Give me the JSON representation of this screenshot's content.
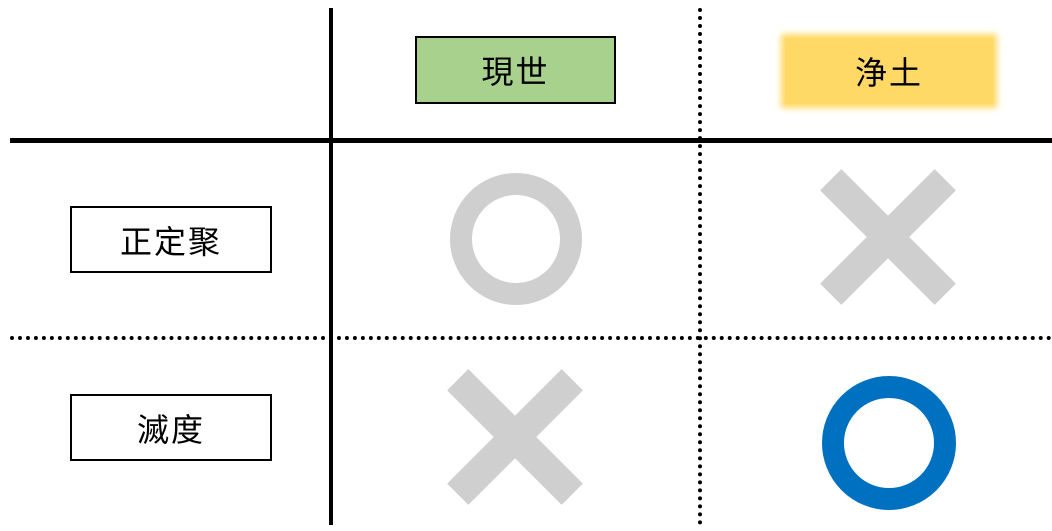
{
  "columns": [
    {
      "label": "現世",
      "color": "#a9d18e"
    },
    {
      "label": "浄土",
      "color": "#ffd966"
    }
  ],
  "rows": [
    {
      "label": "正定聚"
    },
    {
      "label": "滅度"
    }
  ],
  "cells": [
    [
      "circle-gray-icon",
      "cross-gray-icon"
    ],
    [
      "cross-gray-icon",
      "circle-blue-icon"
    ]
  ],
  "colors": {
    "gray_mark": "#cfcfcf",
    "blue_mark": "#0070c0"
  }
}
